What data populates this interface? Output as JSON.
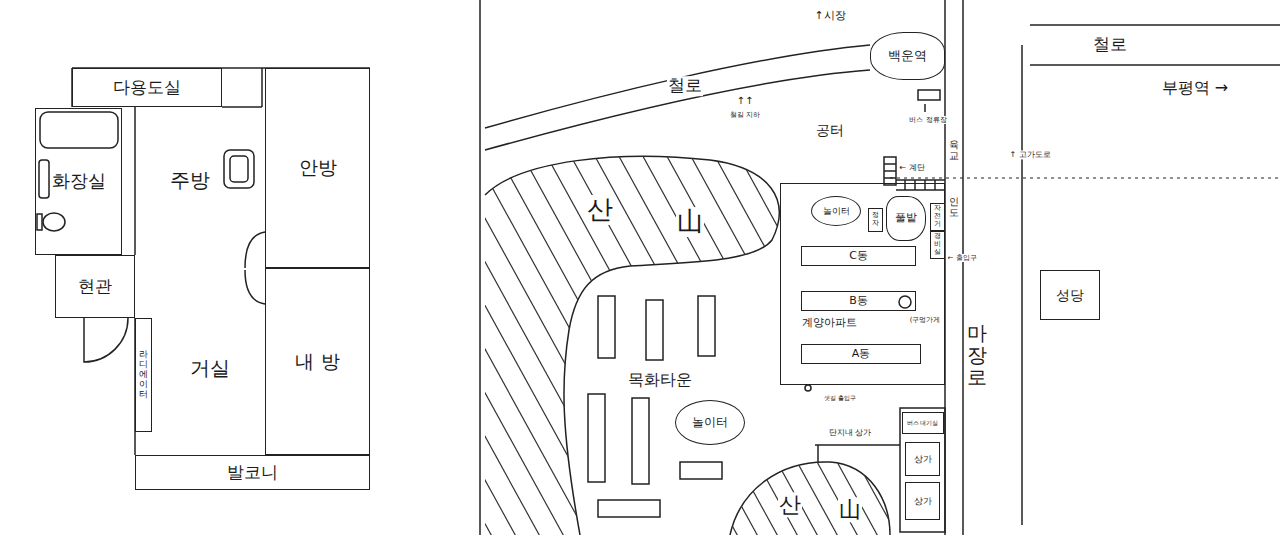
{
  "diagram": {
    "nodes": [
      {
        "text": [
          "다용도실"
        ]
      },
      {
        "text": [
          "화장실"
        ]
      },
      {
        "text": [
          "현관"
        ]
      },
      {
        "text": [
          "라디에이터"
        ]
      },
      {
        "text": [
          "안방"
        ]
      },
      {
        "text": [
          "내 방"
        ]
      },
      {
        "text": [
          "발코니"
        ]
      },
      {
        "text": [
          "백운역"
        ]
      },
      {
        "text": [
          "계양아파트"
        ]
      },
      {
        "text": [
          "놀이터"
        ],
        "in": 8
      },
      {
        "text": [
          "정자"
        ],
        "in": 8
      },
      {
        "text": [
          "풀밭"
        ],
        "in": 8
      },
      {
        "text": [
          "자전거"
        ],
        "in": 8
      },
      {
        "text": [
          "경비실"
        ],
        "in": 8
      },
      {
        "text": [
          "C동"
        ],
        "in": 8
      },
      {
        "text": [
          "B동"
        ],
        "in": 8
      },
      {
        "text": [
          "A동"
        ],
        "in": 8
      },
      {
        "text": [
          "놀이터"
        ]
      },
      {
        "text": [
          "버스 대기실"
        ]
      },
      {
        "text": [
          "상가"
        ]
      },
      {
        "text": [
          "상가"
        ]
      },
      {
        "text": [
          "성당"
        ]
      }
    ],
    "labels": [
      "주방",
      "거실",
      "↑시장",
      "철로",
      "철로",
      "부평역 →",
      "↑↑",
      "철길 지하",
      "버스 정류장",
      "공터",
      "육교",
      "↑ 고가도로",
      "← 계단",
      "인도",
      "← 출입구",
      "(구멍가게",
      "산",
      "山",
      "목화타운",
      "샛길 출입구",
      "단지내 상가",
      "산",
      "山",
      "마장로"
    ]
  }
}
